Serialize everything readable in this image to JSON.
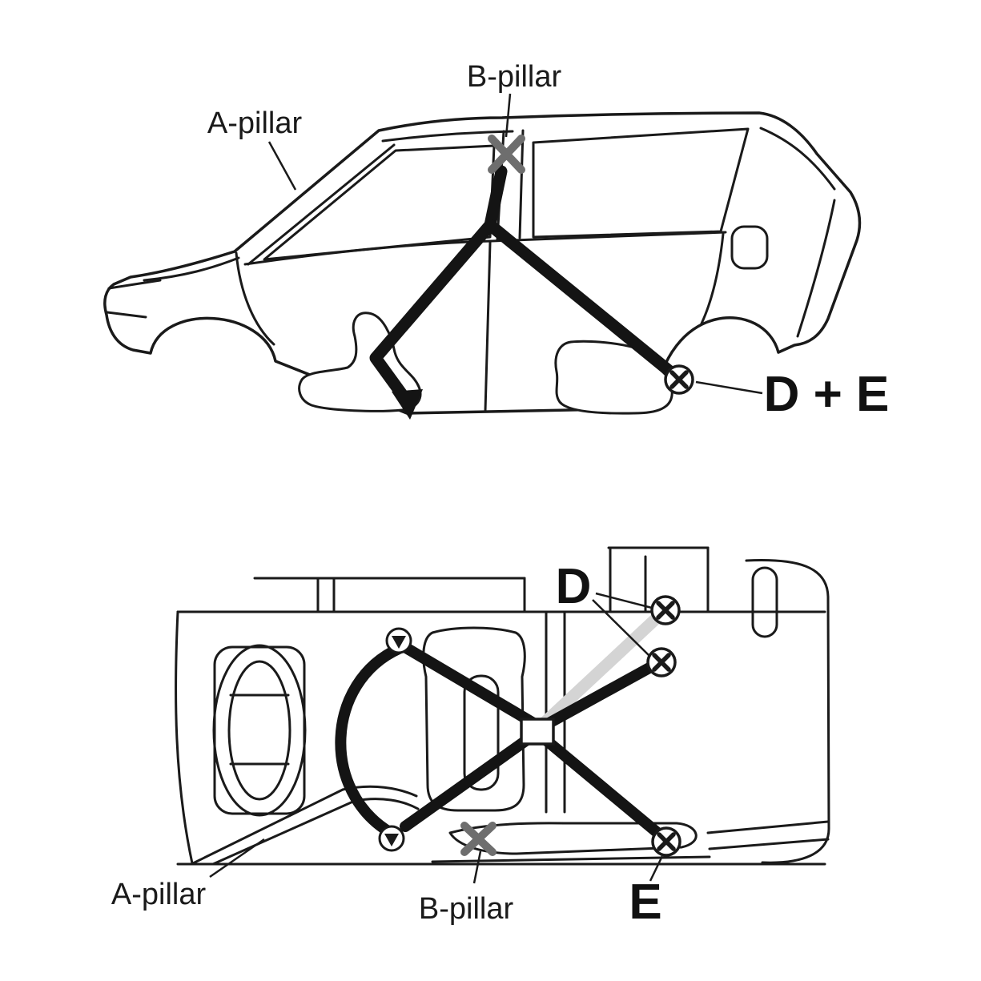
{
  "figure": {
    "colors": {
      "line": "#1a1a1a",
      "muted_x": "#6e6e6e",
      "belt_band_light": "#d4d4d4",
      "background": "#ffffff"
    },
    "side_view": {
      "labels": {
        "a_pillar": "A-pillar",
        "b_pillar": "B-pillar",
        "anchor_de": "D + E"
      }
    },
    "top_view": {
      "labels": {
        "d": "D",
        "e": "E",
        "a_pillar": "A-pillar",
        "b_pillar": "B-pillar"
      }
    }
  }
}
